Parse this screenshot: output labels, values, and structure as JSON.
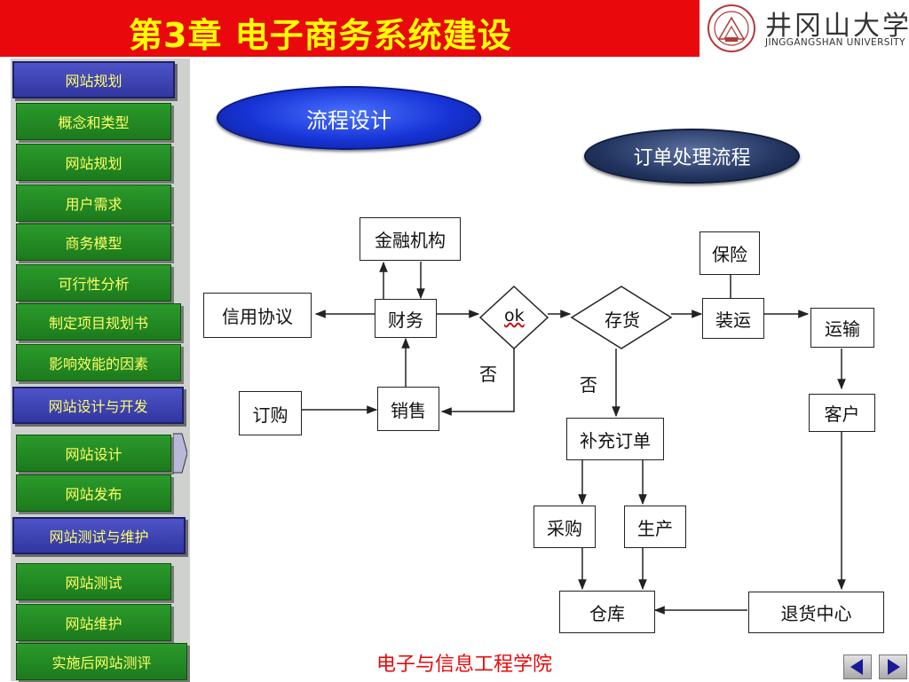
{
  "header": {
    "title": "第3章  电子商务系统建设",
    "university_name_cn": "井冈山大学",
    "university_name_en": "JINGGANGSHAN  UNIVERSITY"
  },
  "sidebar": {
    "sections": [
      {
        "label": "网站规划",
        "items": [
          "概念和类型",
          "网站规划",
          "用户需求",
          "商务模型",
          "可行性分析",
          "制定项目规划书",
          "影响效能的因素"
        ]
      },
      {
        "label": "网站设计与开发",
        "items": [
          "网站设计",
          "网站发布"
        ]
      },
      {
        "label": "网站测试与维护",
        "items": [
          "网站测试",
          "网站维护",
          "实施后网站测评"
        ]
      }
    ]
  },
  "main": {
    "heading": "流程设计",
    "subheading": "订单处理流程",
    "diagram": {
      "nodes": {
        "finance_org": "金融机构",
        "credit": "信用协议",
        "finance": "财务",
        "ok": "ok",
        "inventory": "存货",
        "insurance": "保险",
        "loading": "装运",
        "transport": "运输",
        "order": "订购",
        "sales": "销售",
        "customer": "客户",
        "replenish": "补充订单",
        "purchase": "采购",
        "production": "生产",
        "warehouse": "仓库",
        "returns": "退货中心"
      },
      "labels": {
        "no1": "否",
        "no2": "否"
      }
    }
  },
  "footer": {
    "text": "电子与信息工程学院"
  },
  "colors": {
    "header_bg": "#e9080b",
    "title": "#ffff00",
    "section_bg": "#3a40b0",
    "item_bg": "#228b22",
    "nav_text": "#ffff66",
    "footer_text": "#e9080b"
  }
}
